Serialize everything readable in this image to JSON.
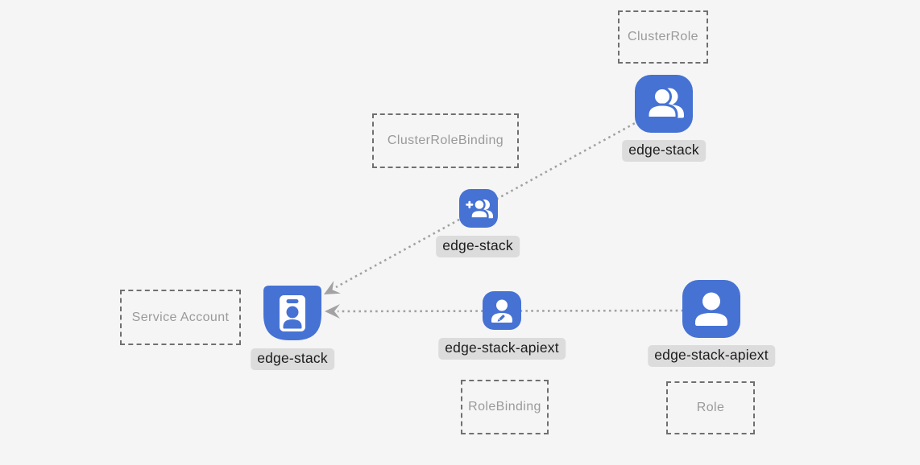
{
  "diagram": {
    "title": "Kubernetes RBAC resources diagram",
    "colors": {
      "background": "#f5f5f6",
      "icon_blue": "#4672d4",
      "line_gray": "#a2a2a2",
      "dashed_border": "#707070",
      "box_label_text": "#9a9a9a",
      "pill_bg": "#dcdcdc",
      "pill_text": "#1c1c1c"
    },
    "boxes": [
      {
        "label": "ClusterRole"
      },
      {
        "label": "ClusterRoleBinding"
      },
      {
        "label": "Service Account"
      },
      {
        "label": "RoleBinding"
      },
      {
        "label": "Role"
      }
    ],
    "nodes": [
      {
        "label": "edge-stack",
        "icon": "people-icon",
        "kind": "ClusterRole"
      },
      {
        "label": "edge-stack",
        "icon": "person-add-icon",
        "kind": "ClusterRoleBinding"
      },
      {
        "label": "edge-stack",
        "icon": "id-badge-icon",
        "kind": "Service Account"
      },
      {
        "label": "edge-stack-apiext",
        "icon": "person-edit-icon",
        "kind": "RoleBinding"
      },
      {
        "label": "edge-stack-apiext",
        "icon": "person-icon",
        "kind": "Role"
      }
    ],
    "edges": [
      {
        "from": "edge-stack (ClusterRole)",
        "through": "edge-stack (ClusterRoleBinding)",
        "to": "edge-stack (Service Account)",
        "style": "dotted-arrow"
      },
      {
        "from": "edge-stack-apiext (Role)",
        "through": "edge-stack-apiext (RoleBinding)",
        "to": "edge-stack (Service Account)",
        "style": "dotted-arrow"
      }
    ]
  }
}
